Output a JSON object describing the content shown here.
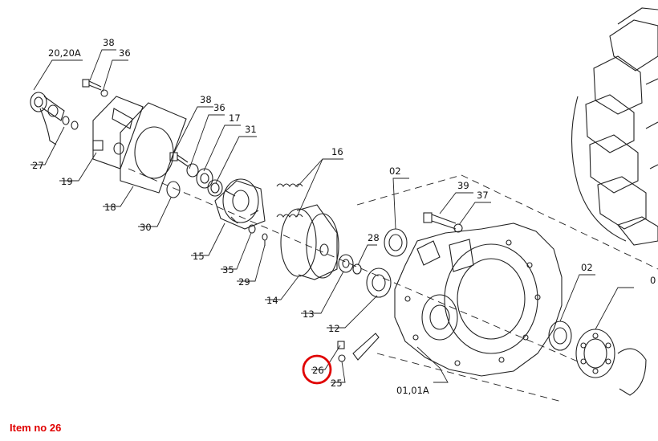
{
  "caption": "Item no 26",
  "highlight_color": "#e00000",
  "labels": {
    "l20_20a": "20,20A",
    "l38_top": "38",
    "l36_top": "36",
    "l38_mid": "38",
    "l36_mid": "36",
    "l17": "17",
    "l31": "31",
    "l16": "16",
    "l27": "27",
    "l19": "19",
    "l18": "18",
    "l30": "30",
    "l15": "15",
    "l35": "35",
    "l29": "29",
    "l14": "14",
    "l13": "13",
    "l12": "12",
    "l28": "28",
    "l02_top": "02",
    "l39": "39",
    "l37": "37",
    "l02_right": "02",
    "l0_edge": "0",
    "l26": "26",
    "l25": "25",
    "l01_01a": "01,01A"
  }
}
